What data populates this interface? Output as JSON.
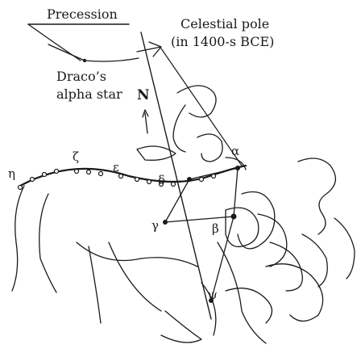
{
  "labels": {
    "precession": "Precession",
    "celestial_pole_1": "Celestial pole",
    "celestial_pole_2": "(in 1400-s BCE)",
    "draco_1": "Draco’s",
    "draco_2": "alpha star",
    "north": "N",
    "zeta": "ζ",
    "eta": "η",
    "epsilon": "ε",
    "delta": "δ",
    "alpha": "α",
    "gamma": "γ",
    "beta": "β",
    "psi": "ψ"
  },
  "colors": {
    "ink": "#1a1a1a",
    "paper": "#ffffff"
  }
}
